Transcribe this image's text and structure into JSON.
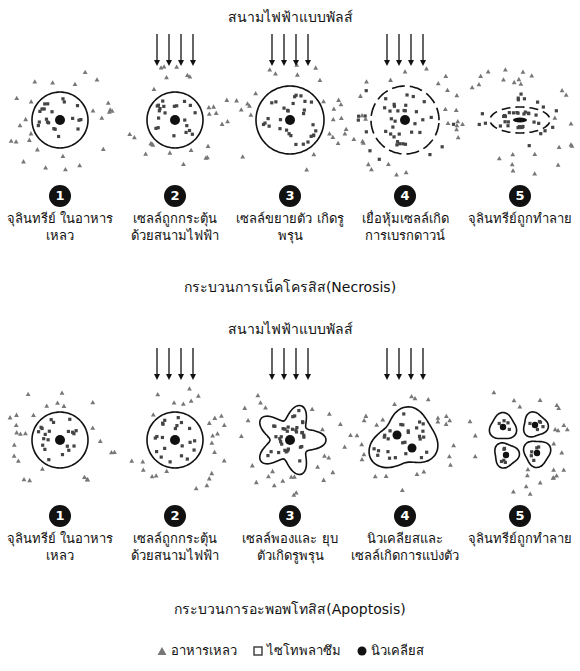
{
  "diagram": {
    "nodes": [
      {
        "text": [
          "1",
          "จุลินทรีย์ ในอาหารเหลว"
        ]
      },
      {
        "text": [
          "2",
          "เซลล์ถูกกระตุ้น ด้วยสนามไฟฟ้า"
        ]
      },
      {
        "text": [
          "3",
          "เซลล์ขยายตัว เกิดรูพรุน"
        ]
      },
      {
        "text": [
          "4",
          "เยื่อหุ้มเซลล์เกิด การเบรกดาวน์"
        ]
      },
      {
        "text": [
          "5",
          "จุลินทรีย์ถูกทำลาย"
        ]
      },
      {
        "text": [
          "1",
          "จุลินทรีย์ ในอาหารเหลว"
        ]
      },
      {
        "text": [
          "2",
          "เซลล์ถูกกระตุ้น ด้วยสนามไฟฟ้า"
        ]
      },
      {
        "text": [
          "3",
          "เซลล์พองและ ยุบตัวเกิดรูพรุน"
        ]
      },
      {
        "text": [
          "4",
          "นิวเคลียสและ เซลล์เกิดการแบ่งตัว"
        ]
      },
      {
        "text": [
          "5",
          "จุลินทรีย์ถูกทำลาย"
        ]
      }
    ],
    "labels": [
      "สนามไฟฟ้าแบบพัลส์",
      "กระบวนการเน็คโครสิส(Necrosis)",
      "สนามไฟฟ้าแบบพัลส์",
      "กระบวนการอะพอพโทสิส(Apoptosis)"
    ],
    "legend": [
      {
        "text": "อาหารเหลว"
      },
      {
        "text": "ไซโทพลาซึม"
      },
      {
        "text": "นิวเคลียส"
      }
    ]
  }
}
